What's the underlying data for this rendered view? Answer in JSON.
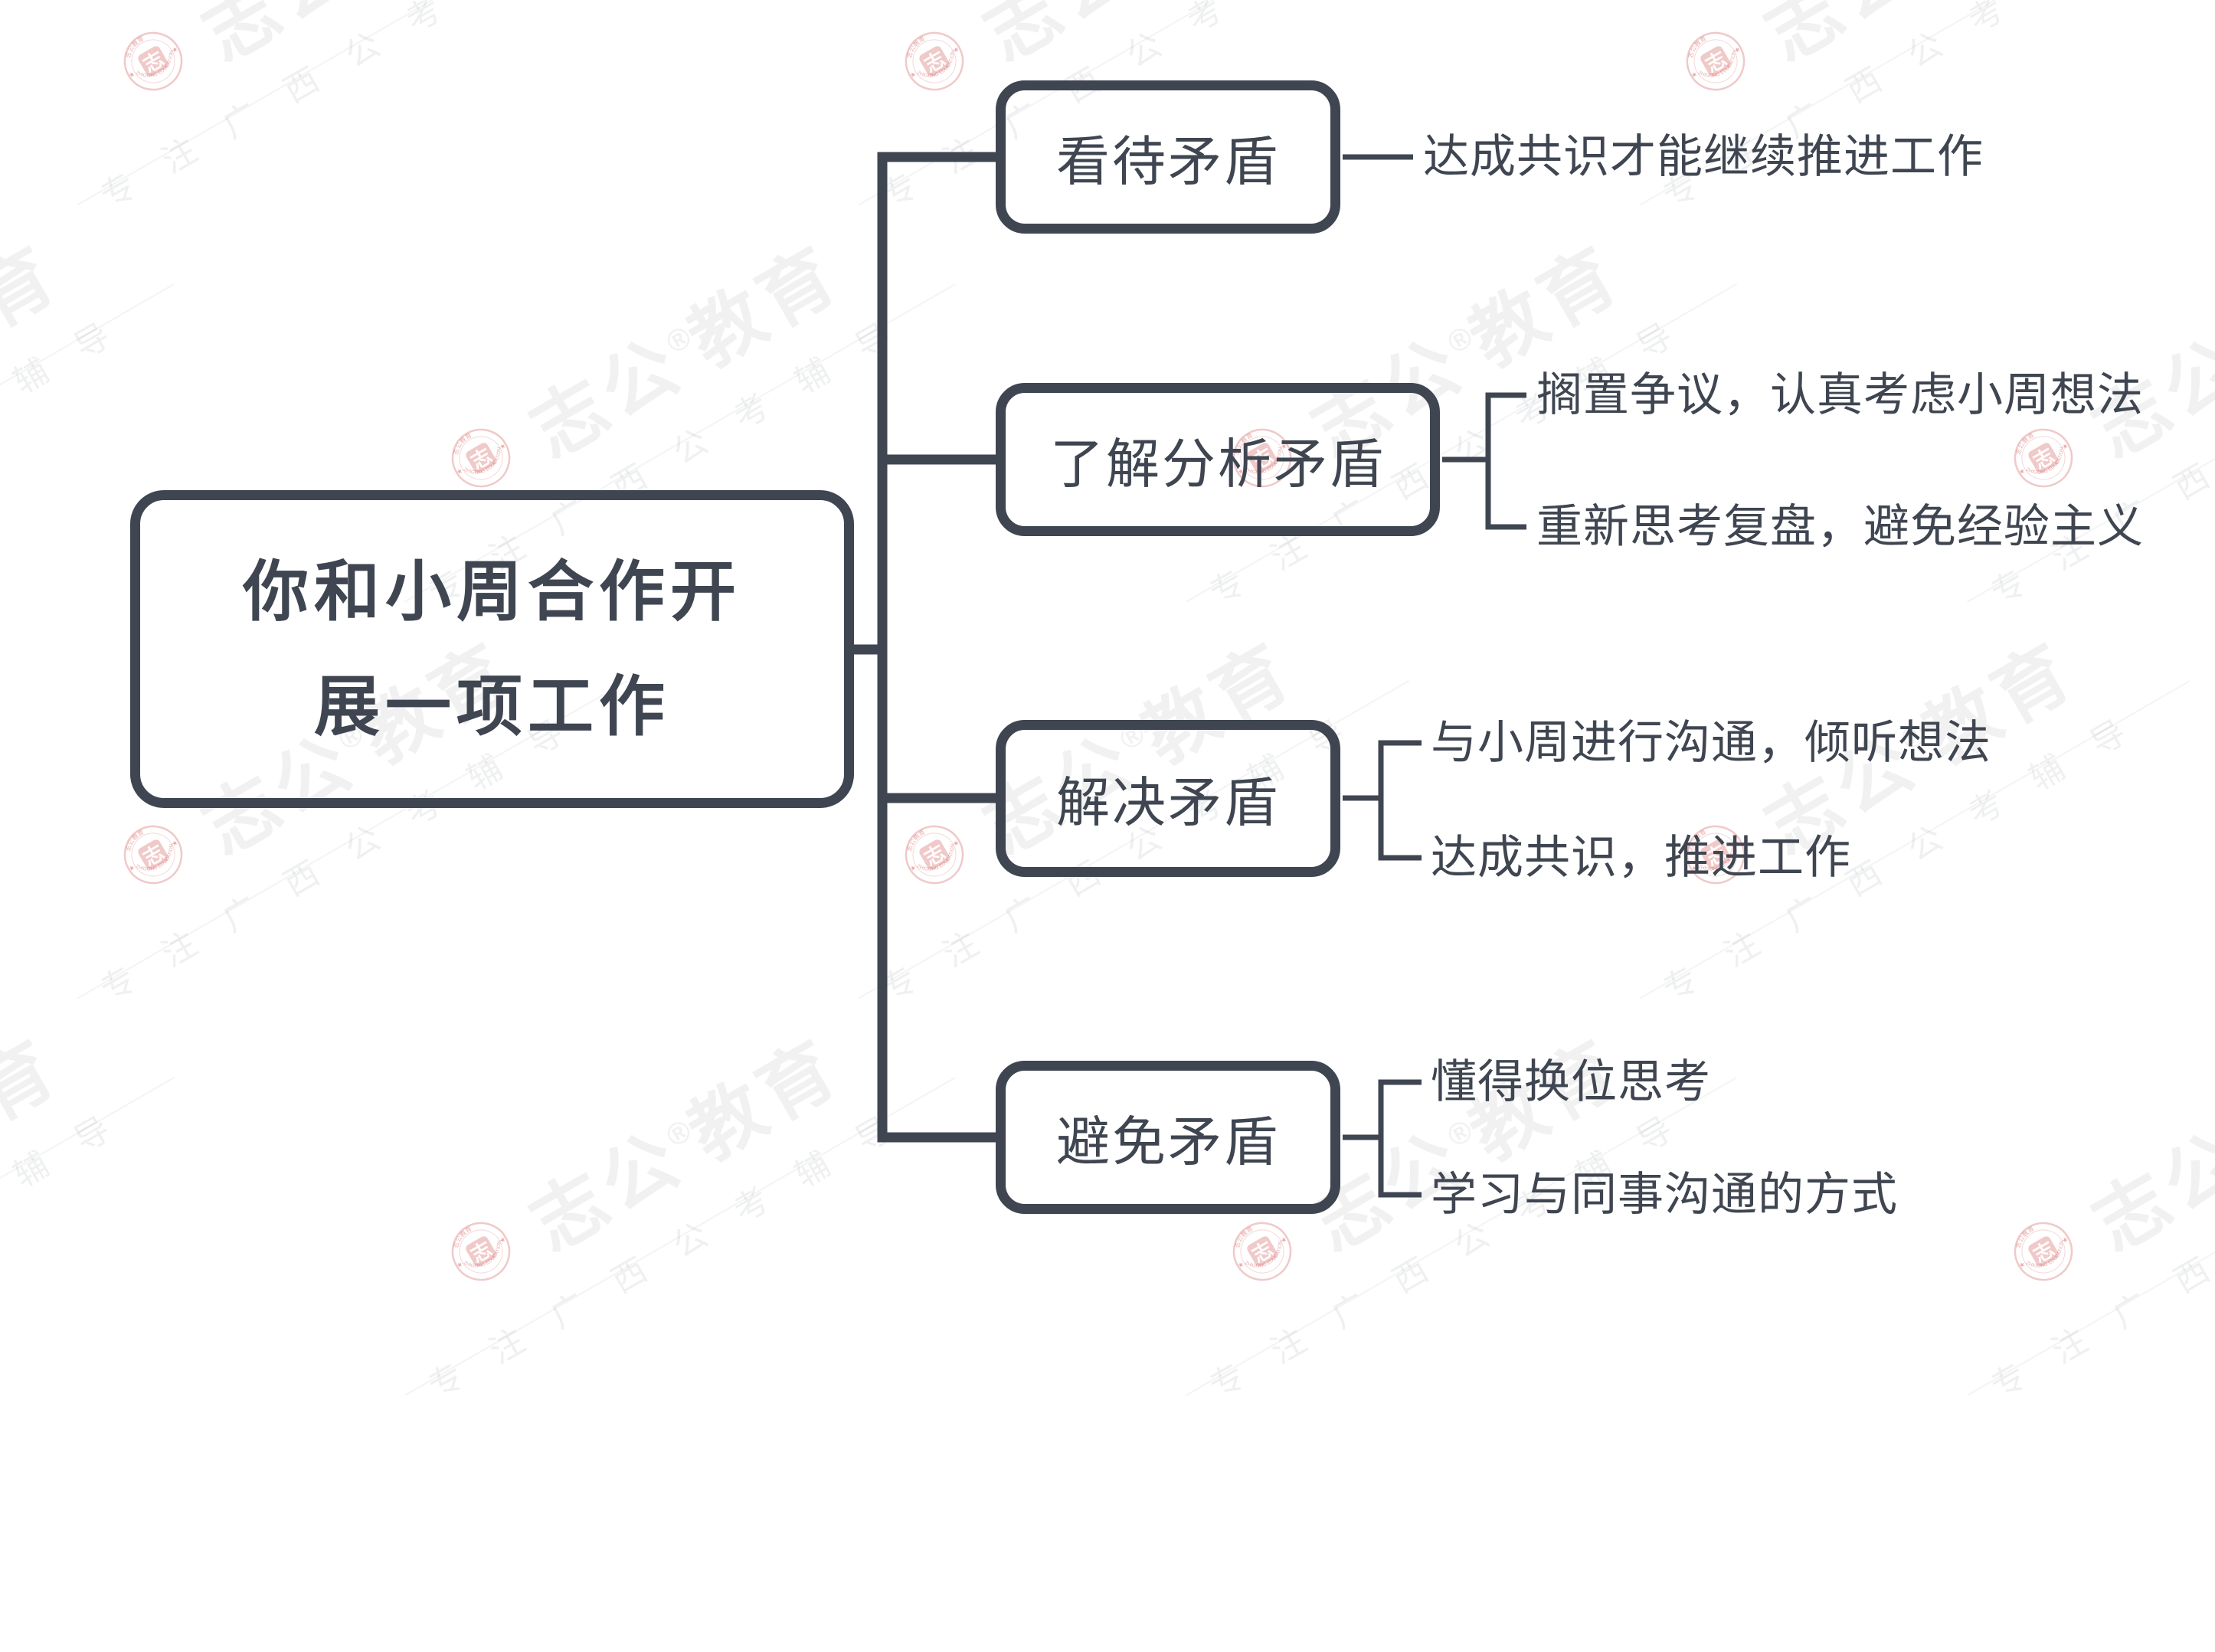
{
  "theme": {
    "line_color": "#3f4651",
    "text_color": "#3f4651",
    "background": "#ffffff",
    "watermark_red": "rgba(205,75,75,0.30)"
  },
  "mindmap": {
    "root": {
      "label": "你和小周合作开展一项工作",
      "lines": [
        "你和小周合作开",
        "展一项工作"
      ]
    },
    "branches": [
      {
        "title": "看待矛盾",
        "leaves": [
          "达成共识才能继续推进工作"
        ]
      },
      {
        "title": "了解分析矛盾",
        "leaves": [
          "搁置争议，认真考虑小周想法",
          "重新思考复盘，避免经验主义"
        ]
      },
      {
        "title": "解决矛盾",
        "leaves": [
          "与小周进行沟通，倾听想法",
          "达成共识，推进工作"
        ]
      },
      {
        "title": "避免矛盾",
        "leaves": [
          "懂得换位思考",
          "学习与同事沟通的方式"
        ]
      }
    ]
  },
  "watermark": {
    "brand_prefix": "志公",
    "registered": "®",
    "brand_suffix": "教育",
    "tagline": "专注广西公考辅导",
    "seal_char": "志",
    "seal_ring_top": "志公教育",
    "seal_ring_bottom": "ZHIGONG EDUCATION",
    "seal_star": "★"
  }
}
